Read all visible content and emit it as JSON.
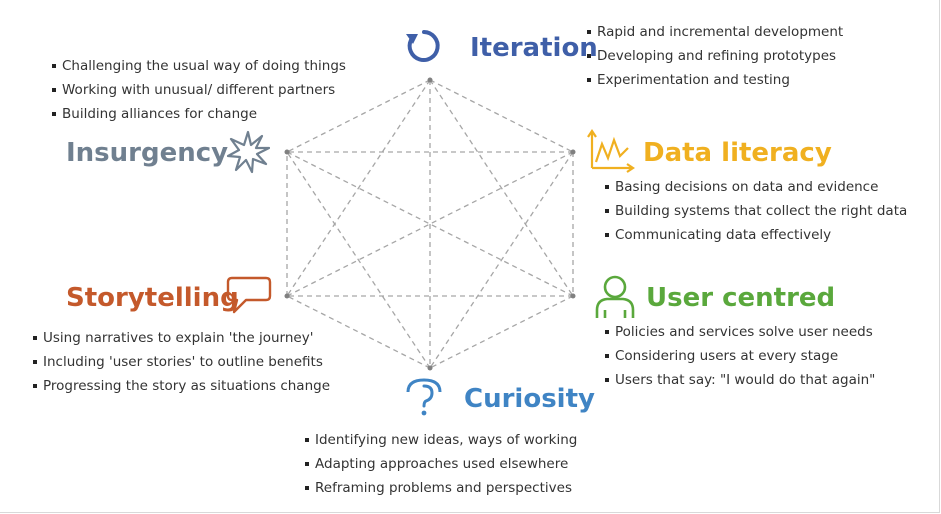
{
  "colors": {
    "iteration": "#3f5fa8",
    "data_literacy": "#f0b020",
    "user_centred": "#5aa83c",
    "curiosity": "#3f84c4",
    "storytelling": "#c4592b",
    "insurgency": "#708090",
    "network_line": "#a6a6a6",
    "bullet_text": "#333333"
  },
  "nodes": [
    {
      "key": "iteration",
      "title": "Iteration",
      "icon": "cycle-arrow-icon",
      "bullets": [
        "Rapid and incremental development",
        "Developing and refining prototypes",
        "Experimentation and testing"
      ]
    },
    {
      "key": "data_literacy",
      "title": "Data literacy",
      "icon": "line-chart-icon",
      "bullets": [
        "Basing decisions on data and evidence",
        "Building systems that collect the right data",
        "Communicating data effectively"
      ]
    },
    {
      "key": "user_centred",
      "title": "User centred",
      "icon": "user-icon",
      "bullets": [
        "Policies and services solve user needs",
        "Considering users at every stage",
        "Users that say:  \"I would do that again\""
      ]
    },
    {
      "key": "curiosity",
      "title": "Curiosity",
      "icon": "question-mark-icon",
      "bullets": [
        "Identifying new ideas, ways of working",
        "Adapting approaches used elsewhere",
        "Reframing problems and perspectives"
      ]
    },
    {
      "key": "storytelling",
      "title": "Storytelling",
      "icon": "speech-bubble-icon",
      "bullets": [
        "Using narratives to explain 'the journey'",
        "Including 'user stories' to outline benefits",
        "Progressing the story as situations change"
      ]
    },
    {
      "key": "insurgency",
      "title": "Insurgency",
      "icon": "burst-icon",
      "bullets": [
        "Challenging the usual way of doing things",
        "Working with unusual/ different partners",
        "Building alliances for change"
      ]
    }
  ]
}
